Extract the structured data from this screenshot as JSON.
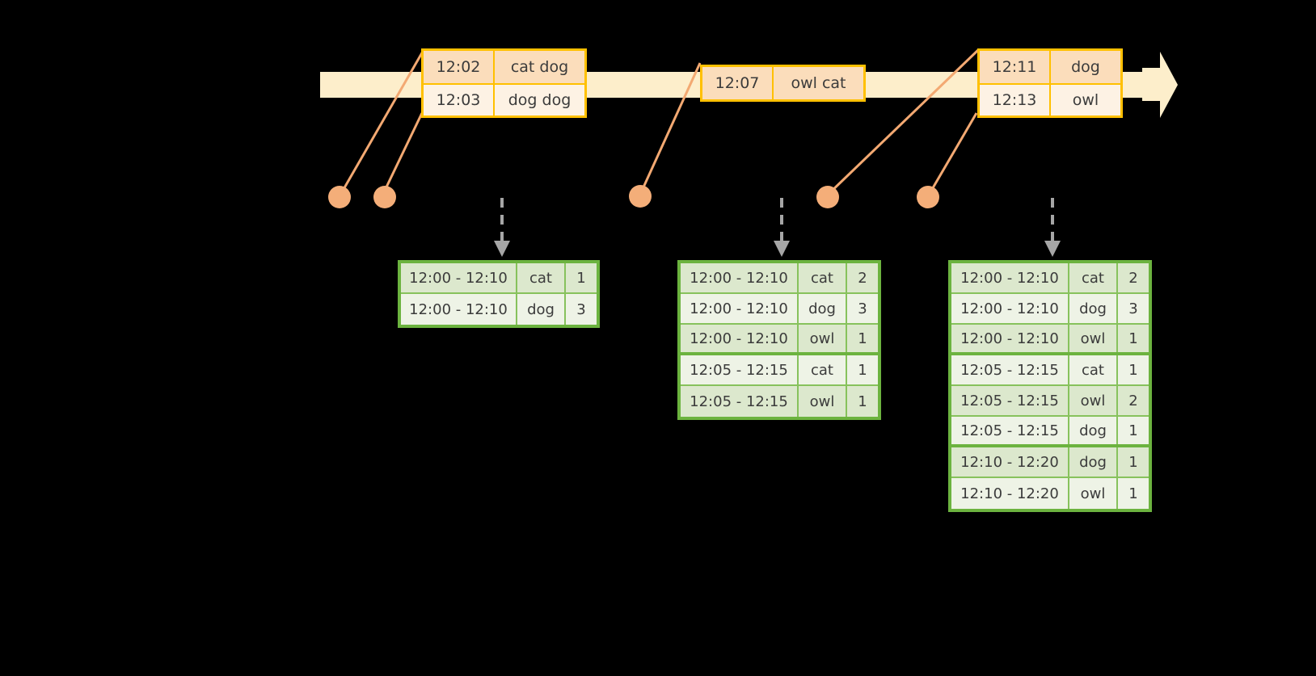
{
  "diagram": {
    "title": "sliding-window-word-count-timeline",
    "colors": {
      "timeline_fill": "#fdeecb",
      "event_border": "#ffc000",
      "event_fill": "#fdf2e4",
      "event_fill_shade": "#fbddbb",
      "table_border": "#6cb33f",
      "table_fill": "#eef3e6",
      "table_fill_shade": "#dce8cd",
      "connector": "#f3a972",
      "dot": "#f4ae79",
      "arrow": "#a6a6a6",
      "background": "#000000"
    }
  },
  "timeline": {
    "name": "event-timeline",
    "arrow_head_icon": "arrow-right-icon",
    "events": [
      {
        "group": "event-group-1",
        "rows": [
          {
            "time": "12:02",
            "text": "cat dog",
            "shaded": true
          },
          {
            "time": "12:03",
            "text": "dog dog",
            "shaded": false
          }
        ]
      },
      {
        "group": "event-group-2",
        "rows": [
          {
            "time": "12:07",
            "text": "owl cat",
            "shaded": true
          }
        ]
      },
      {
        "group": "event-group-3",
        "rows": [
          {
            "time": "12:11",
            "text": "dog",
            "shaded": true
          },
          {
            "time": "12:13",
            "text": "owl",
            "shaded": false
          }
        ]
      }
    ]
  },
  "dots": [
    {
      "name": "event-dot-1"
    },
    {
      "name": "event-dot-2"
    },
    {
      "name": "event-dot-3"
    },
    {
      "name": "event-dot-4"
    },
    {
      "name": "event-dot-5"
    }
  ],
  "tables": [
    {
      "name": "result-table-1",
      "rows": [
        {
          "window": "12:00 - 12:10",
          "word": "cat",
          "count": "1",
          "shaded": true,
          "groupend": false
        },
        {
          "window": "12:00 - 12:10",
          "word": "dog",
          "count": "3",
          "shaded": false,
          "groupend": false
        }
      ]
    },
    {
      "name": "result-table-2",
      "rows": [
        {
          "window": "12:00 - 12:10",
          "word": "cat",
          "count": "2",
          "shaded": true,
          "groupend": false
        },
        {
          "window": "12:00 - 12:10",
          "word": "dog",
          "count": "3",
          "shaded": false,
          "groupend": false
        },
        {
          "window": "12:00 - 12:10",
          "word": "owl",
          "count": "1",
          "shaded": true,
          "groupend": true
        },
        {
          "window": "12:05 - 12:15",
          "word": "cat",
          "count": "1",
          "shaded": false,
          "groupend": false
        },
        {
          "window": "12:05 - 12:15",
          "word": "owl",
          "count": "1",
          "shaded": true,
          "groupend": false
        }
      ]
    },
    {
      "name": "result-table-3",
      "rows": [
        {
          "window": "12:00 - 12:10",
          "word": "cat",
          "count": "2",
          "shaded": true,
          "groupend": false
        },
        {
          "window": "12:00 - 12:10",
          "word": "dog",
          "count": "3",
          "shaded": false,
          "groupend": false
        },
        {
          "window": "12:00 - 12:10",
          "word": "owl",
          "count": "1",
          "shaded": true,
          "groupend": true
        },
        {
          "window": "12:05 - 12:15",
          "word": "cat",
          "count": "1",
          "shaded": false,
          "groupend": false
        },
        {
          "window": "12:05 - 12:15",
          "word": "owl",
          "count": "2",
          "shaded": true,
          "groupend": false
        },
        {
          "window": "12:05 - 12:15",
          "word": "dog",
          "count": "1",
          "shaded": false,
          "groupend": true
        },
        {
          "window": "12:10 - 12:20",
          "word": "dog",
          "count": "1",
          "shaded": true,
          "groupend": false
        },
        {
          "window": "12:10 - 12:20",
          "word": "owl",
          "count": "1",
          "shaded": false,
          "groupend": false
        }
      ]
    }
  ]
}
